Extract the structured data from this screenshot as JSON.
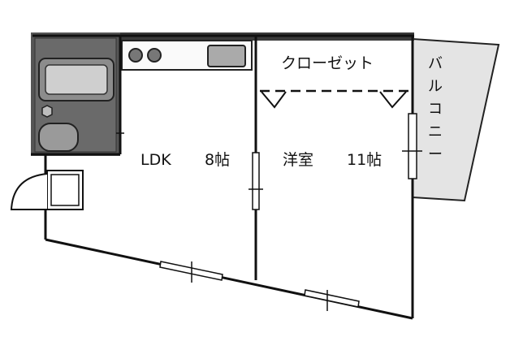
{
  "rooms": {
    "ldk": {
      "name": "LDK",
      "size": "8帖"
    },
    "western": {
      "name": "洋室",
      "size": "11帖"
    },
    "closet": {
      "name": "クローゼット"
    },
    "balcony": {
      "name": "バルコニー",
      "chars": [
        "バ",
        "ル",
        "コ",
        "ニ",
        "ー"
      ]
    }
  }
}
